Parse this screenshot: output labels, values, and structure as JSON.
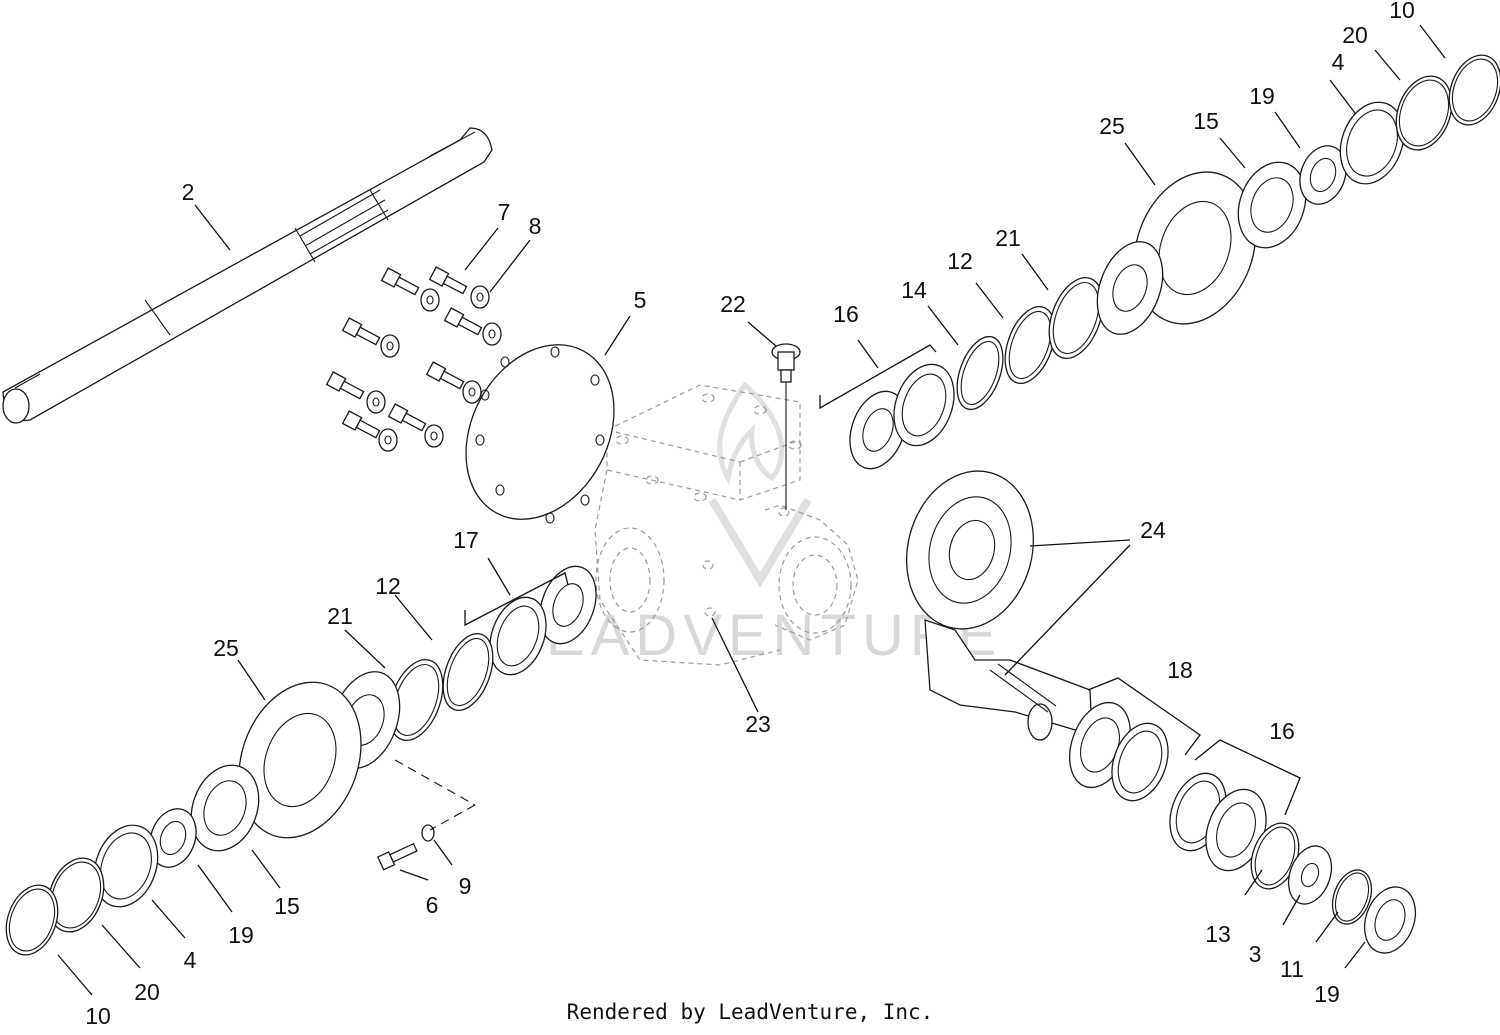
{
  "diagram": {
    "watermark": "LEADVENTURE",
    "credit": "Rendered by LeadVenture, Inc.",
    "callouts": [
      {
        "id": "c2",
        "label": "2"
      },
      {
        "id": "c7",
        "label": "7"
      },
      {
        "id": "c8",
        "label": "8"
      },
      {
        "id": "c5",
        "label": "5"
      },
      {
        "id": "c22",
        "label": "22"
      },
      {
        "id": "c16a",
        "label": "16"
      },
      {
        "id": "c14",
        "label": "14"
      },
      {
        "id": "c12a",
        "label": "12"
      },
      {
        "id": "c21a",
        "label": "21"
      },
      {
        "id": "c25a",
        "label": "25"
      },
      {
        "id": "c15a",
        "label": "15"
      },
      {
        "id": "c19a",
        "label": "19"
      },
      {
        "id": "c4a",
        "label": "4"
      },
      {
        "id": "c20a",
        "label": "20"
      },
      {
        "id": "c10a",
        "label": "10"
      },
      {
        "id": "c24",
        "label": "24"
      },
      {
        "id": "c17",
        "label": "17"
      },
      {
        "id": "c12b",
        "label": "12"
      },
      {
        "id": "c21b",
        "label": "21"
      },
      {
        "id": "c25b",
        "label": "25"
      },
      {
        "id": "c23",
        "label": "23"
      },
      {
        "id": "c18",
        "label": "18"
      },
      {
        "id": "c16b",
        "label": "16"
      },
      {
        "id": "c15b",
        "label": "15"
      },
      {
        "id": "c19b",
        "label": "19"
      },
      {
        "id": "c6",
        "label": "6"
      },
      {
        "id": "c9",
        "label": "9"
      },
      {
        "id": "c4b",
        "label": "4"
      },
      {
        "id": "c20b",
        "label": "20"
      },
      {
        "id": "c10b",
        "label": "10"
      },
      {
        "id": "c13",
        "label": "13"
      },
      {
        "id": "c3",
        "label": "3"
      },
      {
        "id": "c11",
        "label": "11"
      },
      {
        "id": "c19c",
        "label": "19"
      }
    ]
  }
}
